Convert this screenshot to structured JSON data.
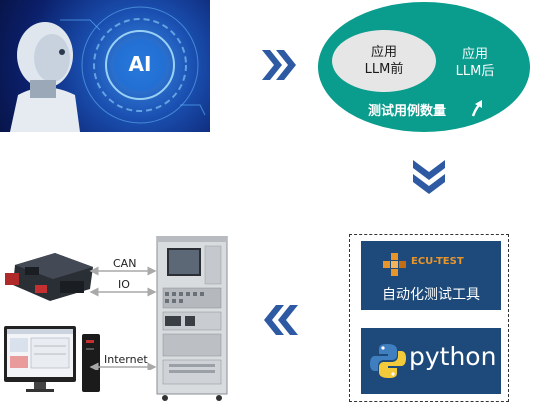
{
  "ai_image": {
    "badge": "AI"
  },
  "oval": {
    "before_line1": "应用",
    "before_line2": "LLM前",
    "after_line1": "应用",
    "after_line2": "LLM后",
    "caption": "测试用例数量"
  },
  "tools": {
    "ecu_logo": "ECU-TEST",
    "ecu_caption": "自动化测试工具",
    "python_label": "python"
  },
  "connections": {
    "can": "CAN",
    "io": "IO",
    "internet": "Internet"
  },
  "colors": {
    "chevron": "#2e5aa3",
    "oval": "#0a9c8c",
    "tool_tile": "#1d4a7a",
    "ecu_orange": "#e8952a"
  }
}
